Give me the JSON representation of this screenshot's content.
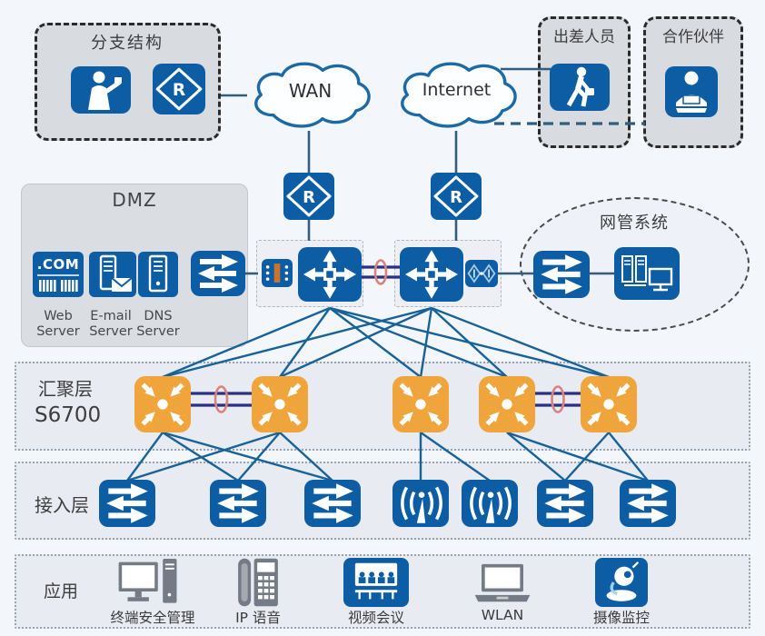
{
  "branch": {
    "title": "分支结构"
  },
  "clouds": {
    "wan": "WAN",
    "internet": "Internet"
  },
  "traveler": {
    "title": "出差人员"
  },
  "partner": {
    "title": "合作伙伴"
  },
  "dmz": {
    "title": "DMZ",
    "web_server_text": ".COM",
    "server_labels": [
      [
        "Web",
        "Server"
      ],
      [
        "E-mail",
        "Server"
      ],
      [
        "DNS",
        "Server"
      ]
    ]
  },
  "nms": {
    "title": "网管系统"
  },
  "aggregation": {
    "title": "汇聚层",
    "model": "S6700"
  },
  "access": {
    "title": "接入层"
  },
  "application": {
    "title": "应用",
    "items": [
      "终端安全管理",
      "IP 语音",
      "视频会议",
      "WLAN",
      "摄像监控"
    ]
  },
  "router_letter": "R",
  "colors": {
    "device_blue": "#0d5da4",
    "aggregation_orange": "#f0a43c",
    "link_blue": "#176298",
    "trunk_dark": "#335d7d",
    "stack_link_navy": "#2b2f85",
    "stack_ring_coral": "#d8837b"
  }
}
